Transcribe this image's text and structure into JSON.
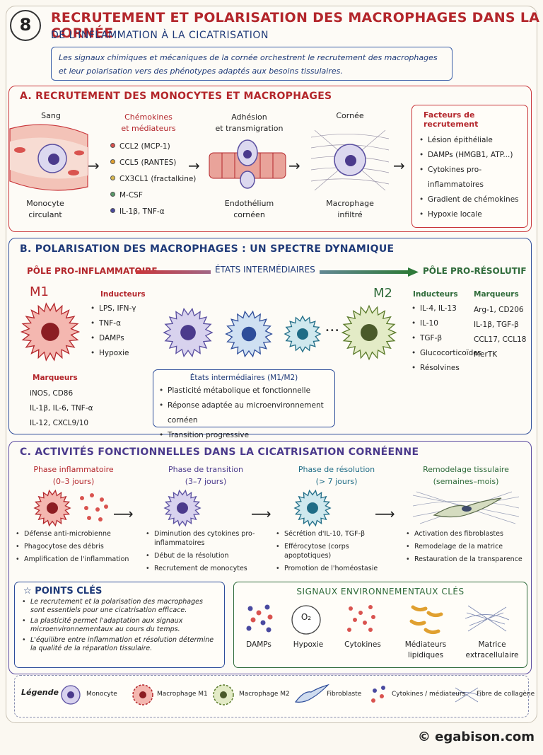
{
  "number": "8",
  "title": "RECRUTEMENT ET POLARISATION DES MACROPHAGES DANS LA CORNÉE",
  "subtitle": "DE L'INFLAMMATION À LA CICATRISATION",
  "intro": "Les signaux chimiques et mécaniques de la cornée orchestrent le recrutement des macrophages et leur polarisation vers des phénotypes adaptés aux besoins tissulaires.",
  "sectionA": {
    "heading": "A. RECRUTEMENT DES MONOCYTES ET MACROPHAGES",
    "blood": "Sang",
    "monocyte": [
      "Monocyte",
      "circulant"
    ],
    "chemokines_title": [
      "Chémokines",
      "et médiateurs"
    ],
    "chemokines": [
      {
        "label": "CCL2 (MCP-1)",
        "color": "#d9534f"
      },
      {
        "label": "CCL5 (RANTES)",
        "color": "#e0a030"
      },
      {
        "label": "CX3CL1 (fractalkine)",
        "color": "#d8b850"
      },
      {
        "label": "M-CSF",
        "color": "#5a9a6a"
      },
      {
        "label": "IL-1β, TNF-α",
        "color": "#4a4aa0"
      }
    ],
    "adhesion": [
      "Adhésion",
      "et transmigration"
    ],
    "endothelium": [
      "Endothélium",
      "cornéen"
    ],
    "cornea": "Cornée",
    "macrophage": [
      "Macrophage",
      "infiltré"
    ],
    "factors_title": "Facteurs de recrutement",
    "factors": [
      "Lésion épithéliale",
      "DAMPs (HMGB1, ATP...)",
      "Cytokines pro-inflammatoires",
      "Gradient de chémokines",
      "Hypoxie locale"
    ]
  },
  "sectionB": {
    "heading": "B. POLARISATION DES MACROPHAGES : UN SPECTRE DYNAMIQUE",
    "pole_pro": "PÔLE PRO-INFLAMMATOIRE",
    "intermediate": "ÉTATS INTERMÉDIAIRES",
    "pole_res": "PÔLE PRO-RÉSOLUTIF",
    "m1": "M1",
    "m2": "M2",
    "ellipsis": "•••",
    "m1_inducers_title": "Inducteurs",
    "m1_inducers": [
      "LPS, IFN-γ",
      "TNF-α",
      "DAMPs",
      "Hypoxie"
    ],
    "m1_markers_title": "Marqueurs",
    "m1_markers": [
      "iNOS, CD86",
      "IL-1β, IL-6, TNF-α",
      "IL-12, CXCL9/10"
    ],
    "inter_title": "États intermédiaires (M1/M2)",
    "inter_items": [
      "Plasticité métabolique et fonctionnelle",
      "Réponse adaptée au microenvironnement cornéen",
      "Transition progressive"
    ],
    "m2_inducers_title": "Inducteurs",
    "m2_inducers": [
      "IL-4, IL-13",
      "IL-10",
      "TGF-β",
      "Glucocorticoïdes",
      "Résolvines"
    ],
    "m2_markers_title": "Marqueurs",
    "m2_markers": [
      "Arg-1, CD206",
      "IL-1β, TGF-β",
      "CCL17, CCL18",
      "MerTK"
    ]
  },
  "sectionC": {
    "heading": "C. ACTIVITÉS FONCTIONNELLES DANS LA CICATRISATION CORNÉENNE",
    "phases": [
      {
        "title": "Phase inflammatoire",
        "time": "(0–3 jours)",
        "items": [
          "Défense anti-microbienne",
          "Phagocytose des débris",
          "Amplification de l'inflammation"
        ]
      },
      {
        "title": "Phase de transition",
        "time": "(3–7 jours)",
        "items": [
          "Diminution des cytokines pro-inflammatoires",
          "Début de la résolution",
          "Recrutement de monocytes"
        ]
      },
      {
        "title": "Phase de résolution",
        "time": "(> 7 jours)",
        "items": [
          "Sécrétion d'IL-10, TGF-β",
          "Efférocytose (corps apoptotiques)",
          "Promotion de l'homéostasie"
        ]
      },
      {
        "title": "Remodelage tissulaire",
        "time": "(semaines–mois)",
        "items": [
          "Activation des fibroblastes",
          "Remodelage de la matrice",
          "Restauration de la transparence"
        ]
      }
    ],
    "key_title": "POINTS CLÉS",
    "key_points": [
      "Le recrutement et la polarisation des macrophages sont essentiels pour une cicatrisation efficace.",
      "La plasticité permet l'adaptation aux signaux microenvironnementaux au cours du temps.",
      "L'équilibre entre inflammation et résolution détermine la qualité de la réparation tissulaire."
    ],
    "env_title": "SIGNAUX ENVIRONNEMENTAUX CLÉS",
    "o2": "O₂",
    "env": [
      {
        "label": "DAMPs"
      },
      {
        "label": "Hypoxie"
      },
      {
        "label": "Cytokines"
      },
      {
        "label": "Médiateurs lipidiques"
      },
      {
        "label": "Matrice extracellulaire"
      }
    ]
  },
  "legend": {
    "title": "Légende :",
    "items": [
      "Monocyte",
      "Macrophage M1",
      "Macrophage M2",
      "Fibroblaste",
      "Cytokines / médiateurs",
      "Fibre de collagène"
    ]
  },
  "copyright": "© egabison.com"
}
